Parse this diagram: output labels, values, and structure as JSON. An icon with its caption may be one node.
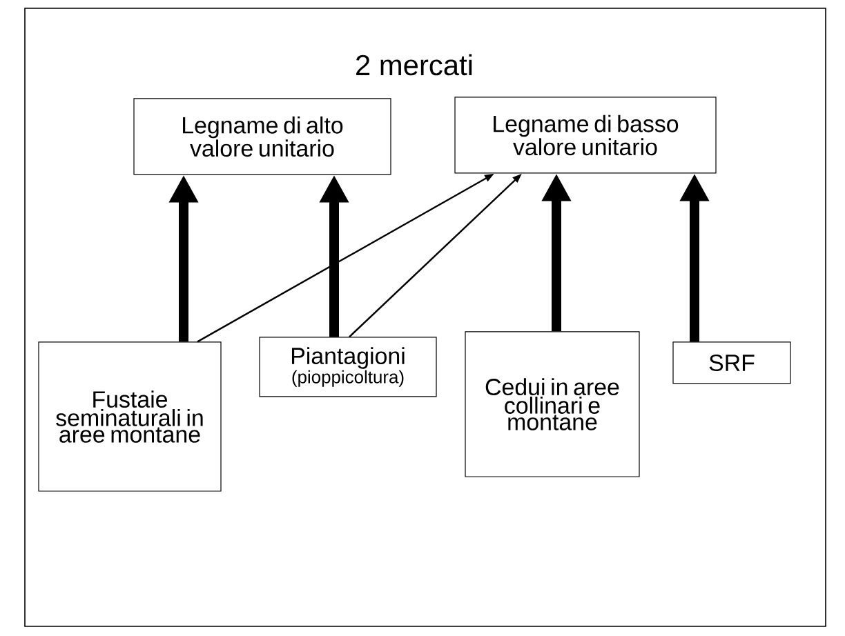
{
  "diagram": {
    "title": "2 mercati",
    "nodes": [
      {
        "text": [
          "Legname di alto valore unitario"
        ]
      },
      {
        "text": [
          "Legname di basso valore unitario"
        ]
      },
      {
        "text": [
          "Fustaie seminaturali in aree montane"
        ]
      },
      {
        "text": [
          "Piantagioni",
          "(pioppicoltura)"
        ]
      },
      {
        "text": [
          "Cedui in aree collinari e montane"
        ]
      },
      {
        "text": [
          "SRF"
        ]
      }
    ],
    "edges": [
      {
        "from": 2,
        "to": 0,
        "arrow": "to"
      },
      {
        "from": 2,
        "to": 1,
        "arrow": "to"
      },
      {
        "from": 3,
        "to": 0,
        "arrow": "to"
      },
      {
        "from": 3,
        "to": 1,
        "arrow": "to"
      },
      {
        "from": 4,
        "to": 1,
        "arrow": "to"
      },
      {
        "from": 5,
        "to": 1,
        "arrow": "to"
      }
    ]
  }
}
